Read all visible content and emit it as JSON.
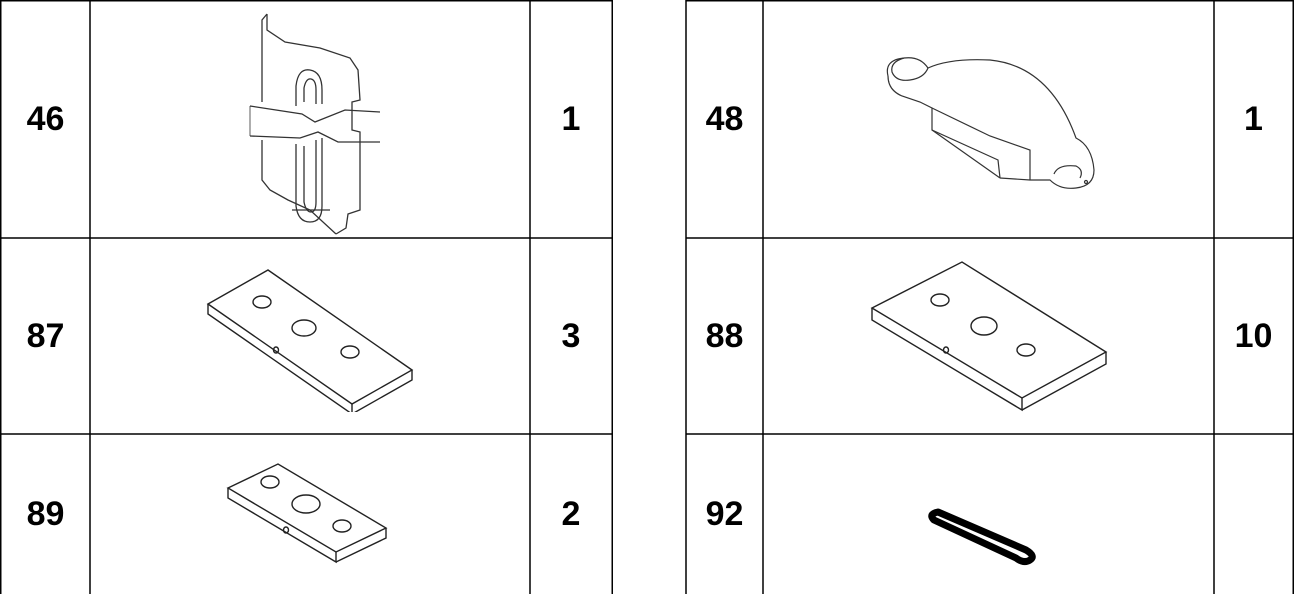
{
  "left_table": {
    "rows": [
      {
        "part_no": "46",
        "qty": "1",
        "icon": "panel-with-u-bolt-icon"
      },
      {
        "part_no": "87",
        "qty": "3",
        "icon": "spacer-block-icon"
      },
      {
        "part_no": "89",
        "qty": "2",
        "icon": "small-spacer-block-icon"
      }
    ]
  },
  "right_table": {
    "rows": [
      {
        "part_no": "48",
        "qty": "1",
        "icon": "mount-bracket-icon"
      },
      {
        "part_no": "88",
        "qty": "10",
        "icon": "wide-spacer-block-icon"
      },
      {
        "part_no": "92",
        "qty": "",
        "icon": "pin-icon"
      }
    ]
  }
}
